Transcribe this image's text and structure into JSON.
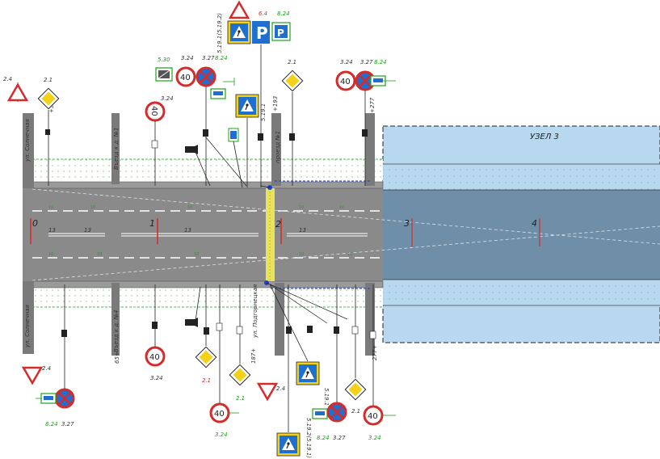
{
  "zone": {
    "label": "УЗЕЛ 3"
  },
  "sections": [
    "0",
    "1",
    "2",
    "3",
    "4"
  ],
  "lane_width_labels": [
    "13",
    "13",
    "13",
    "13"
  ],
  "street_labels": {
    "north": "ул. Солнечная",
    "south": "ул. Солнечная",
    "entry_n": "Въезд к д. №1",
    "entry_s": "Въезд к д. №4",
    "passage_n": "проезд №1",
    "podgorny": "ул. Подгорнецкая"
  },
  "stations": {
    "p30": "+30",
    "p193": "+193",
    "p277n": "+277",
    "p65": "65+",
    "p187": "187+",
    "p277s": "277+"
  },
  "sign_codes": {
    "n_yield": "2.4",
    "n_main1": "2.1",
    "n_speed1": "3.24",
    "n_stop_code": "3.27",
    "n_tow": "8.24",
    "n_zone": "5.30",
    "n_crosswalk": "5.19.1",
    "n_crosswalk2": "5.19.1(5.19.2)",
    "n_parking": "6.4",
    "n_parking2": "8.24",
    "n_main2": "2.1",
    "n_speed2": "3.24",
    "n_stop2": "3.27",
    "n_tow2": "8.24",
    "s_yield": "2.4",
    "s_stop": "3.27",
    "s_tow": "8.24",
    "s_speed1": "3.24",
    "s_main1": "2.1",
    "s_main2": "2.1",
    "s_speed2": "3.24",
    "s_yield2": "2.4",
    "s_cross": "5.19.1",
    "s_cross2": "5.19.2(5.19.1)",
    "s_stop2": "3.27",
    "s_tow2": "8.24",
    "s_main3": "2.1",
    "s_speed3": "3.24"
  },
  "speed_value": "40",
  "parking_letter": "P",
  "colors": {
    "road": "#8a8a8a",
    "curb": "#6c6c6c",
    "zone_fill": "#b7d8ee",
    "zone_road": "#6f8fa8",
    "sign_red": "#d52b2b",
    "sign_yellow": "#f4d21a",
    "sign_blue": "#1f6fd1",
    "label_green": "#19a319"
  }
}
